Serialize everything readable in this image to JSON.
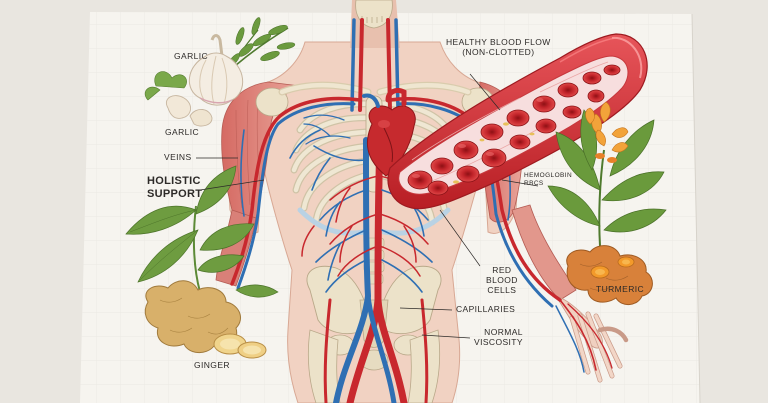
{
  "labels": {
    "garlic_top": "GARLIC",
    "garlic_bottom": "GARLIC",
    "veins": "VEINS",
    "holistic_support": "HOLISTIC\nSUPPORT",
    "ginger": "GINGER",
    "healthy_blood_flow": "HEALTHY BLOOD FLOW\n(NON-CLOTTED)",
    "hemoglobin_rbcs": "HEMOGLOBIN\nRBCs",
    "red_blood_cells": "RED\nBLOOD\nCELLS",
    "capillaries": "CAPILLARIES",
    "normal_viscosity": "NORMAL\nVISCOSITY",
    "turmeric": "TURMERIC"
  },
  "colors": {
    "background": "#e9e6e0",
    "paper": "#f6f4ef",
    "artery": "#c8282e",
    "vein": "#2f6fb3",
    "bone": "#ece2c9",
    "muscle": "#d9807a",
    "leaf": "#5f8d3a",
    "ginger": "#d4a85a",
    "turmeric": "#e0782a",
    "label_text": "#2d2a28"
  }
}
